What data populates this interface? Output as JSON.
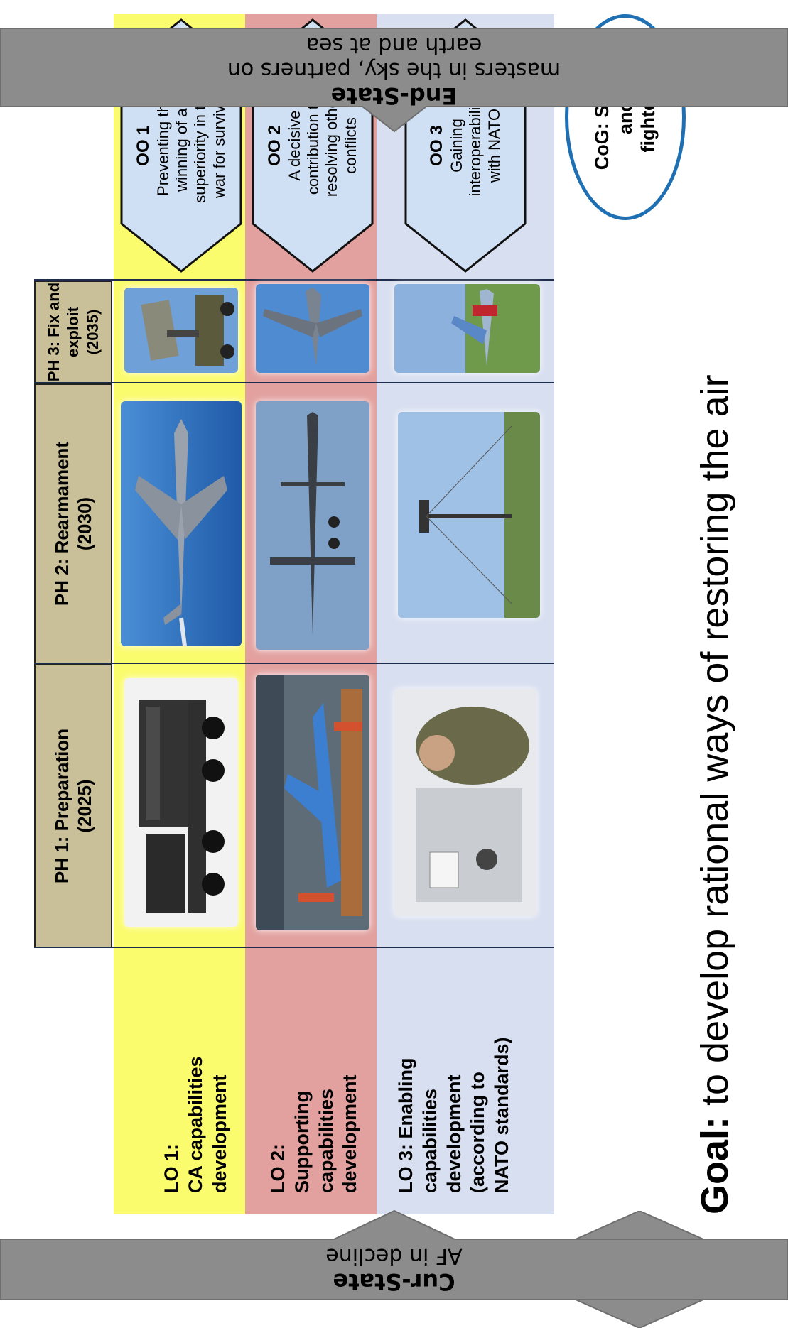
{
  "cur_state": {
    "title": "Cur-State",
    "subtitle": "AF in decline"
  },
  "end_state": {
    "title": "End-State",
    "line1": "masters in the sky, partners on",
    "line2": "earth and at sea"
  },
  "lines_of_operation": [
    {
      "lines": [
        "LO 1:",
        "CA capabilities",
        "development"
      ]
    },
    {
      "lines": [
        "LO 2:",
        "Supporting",
        "capabilities",
        "development"
      ]
    },
    {
      "lines": [
        "LO 3: Enabling",
        "capabilities",
        "development",
        "(according to",
        "NATO standards)"
      ]
    }
  ],
  "phases": [
    {
      "name": "PH 1: Preparation",
      "year": "(2025)"
    },
    {
      "name": "PH 2: Rearmament",
      "year": "(2030)"
    },
    {
      "name": "PH 3: Fix and exploit",
      "year": "(2035)"
    }
  ],
  "objectives": [
    {
      "title": "OO 1",
      "lines": [
        "Preventing the",
        "winning of air",
        "superiority in the",
        "war for survival"
      ]
    },
    {
      "title": "OO 2",
      "lines": [
        "A decisive",
        "contribution to",
        "resolving other",
        "conflicts"
      ]
    },
    {
      "title": "OO 3",
      "lines": [
        "Gaining",
        "interoperability",
        "with NATO"
      ]
    }
  ],
  "cog": {
    "lines": [
      "CoG: SAMs",
      "and",
      "fighters"
    ]
  },
  "goal": {
    "label": "Goal:",
    "text": " to develop rational ways of restoring the air"
  },
  "photos": [
    {
      "icon": "sam-launcher-truck-photo"
    },
    {
      "icon": "fighter-jet-photo"
    },
    {
      "icon": "missile-launcher-photo"
    },
    {
      "icon": "aircraft-hangar-photo"
    },
    {
      "icon": "drone-photo"
    },
    {
      "icon": "transport-aircraft-photo"
    },
    {
      "icon": "soldier-console-photo"
    },
    {
      "icon": "radar-mast-photo"
    },
    {
      "icon": "fighters-airfield-photo"
    }
  ],
  "colors": {
    "lo1": "#fbfb6e",
    "lo2": "#e2a19f",
    "lo3": "#d8dff0",
    "phase": "#c9bf98",
    "arrow": "#8c8c8c",
    "hex": "#cfdff4",
    "cog_border": "#1f6fb3"
  }
}
